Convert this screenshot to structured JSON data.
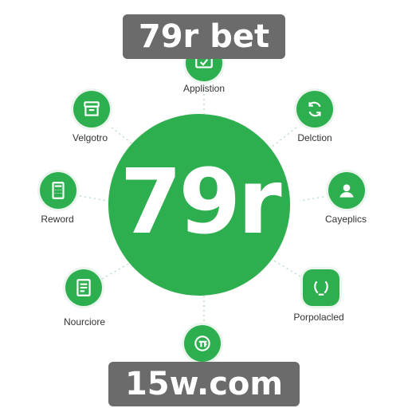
{
  "hub": {
    "logo_text": "79r"
  },
  "nodes": [
    {
      "id": "top",
      "label": "Applistion",
      "icon": "screen-check-icon"
    },
    {
      "id": "upper-left",
      "label": "Velgotro",
      "icon": "storefront-icon"
    },
    {
      "id": "upper-right",
      "label": "Delction",
      "icon": "refresh-arrows-icon"
    },
    {
      "id": "mid-left",
      "label": "Reword",
      "icon": "calculator-icon"
    },
    {
      "id": "mid-right",
      "label": "Cayeplics",
      "icon": "user-icon"
    },
    {
      "id": "lower-left",
      "label": "Nourciore",
      "icon": "document-list-icon"
    },
    {
      "id": "lower-right",
      "label": "Porpolacled",
      "icon": "laurel-wreath-icon"
    },
    {
      "id": "bottom",
      "label": "",
      "icon": "tf-badge-icon"
    }
  ],
  "banners": {
    "top": "79r bet",
    "bottom": "15w.com"
  },
  "colors": {
    "brand_green": "#2eaf4f",
    "banner_gray": "#6b6b6b",
    "label_text": "#333333"
  }
}
